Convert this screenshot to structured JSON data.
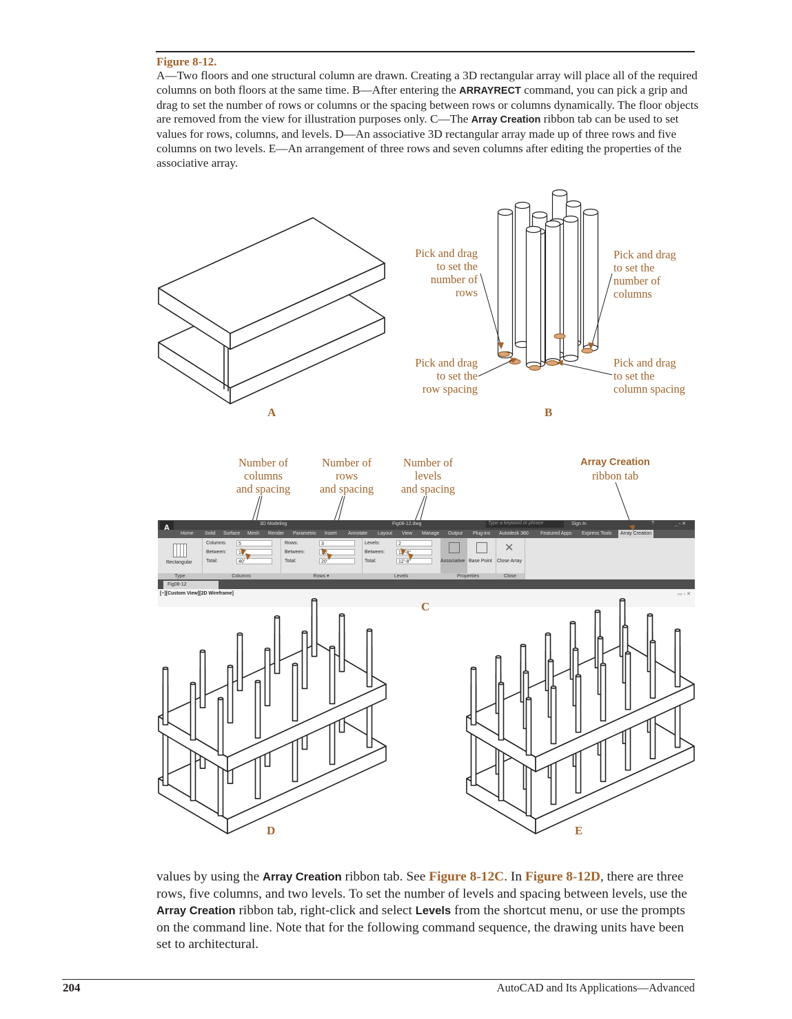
{
  "figure": {
    "title": "Figure 8-12.",
    "caption": {
      "p1": "A—Two floors and one structural column are drawn. Creating a 3D rectangular array will place all of the required columns on both floors at the same time. B—After entering the ",
      "cmd": "ARRAYRECT",
      "p2": " command, you can pick a grip and drag to set the number of rows or columns or the spacing between rows or columns dynamically. The floor objects are removed from the view for illustration purposes only. C—The ",
      "tab": "Array Creation",
      "p3": " ribbon tab can be used to set values for rows, columns, and levels. D—An associative 3D rectangular array made up of three rows and five columns on two levels. E—An arrangement of three rows and seven columns after editing the properties of the associative array."
    }
  },
  "panels": {
    "a": "A",
    "b": "B",
    "c": "C",
    "d": "D",
    "e": "E"
  },
  "callouts_b": {
    "rows": [
      "Pick and drag",
      "to set the",
      "number of",
      "rows"
    ],
    "columns": [
      "Pick and drag",
      "to set the",
      "number of",
      "columns"
    ],
    "row_spacing": [
      "Pick and drag",
      "to set the",
      "row spacing"
    ],
    "column_spacing": [
      "Pick and drag",
      "to set the",
      "column spacing"
    ]
  },
  "callouts_c": {
    "columns": [
      "Number of",
      "columns",
      "and spacing"
    ],
    "rows": [
      "Number of",
      "rows",
      "and spacing"
    ],
    "levels": [
      "Number of",
      "levels",
      "and spacing"
    ],
    "ribbon_tab_bold": "Array Creation",
    "ribbon_tab": "ribbon tab"
  },
  "ribbon": {
    "workspace": "3D Modeling",
    "filename": "Fig08-12.dwg",
    "search_placeholder": "Type a keyword or phrase",
    "sign_in": "Sign In",
    "tabs": [
      "Home",
      "Solid",
      "Surface",
      "Mesh",
      "Render",
      "Parametric",
      "Insert",
      "Annotate",
      "Layout",
      "View",
      "Manage",
      "Output",
      "Plug-ins",
      "Autodesk 360",
      "Featured Apps",
      "Express Tools",
      "Array Creation"
    ],
    "type": {
      "button": "Rectangular",
      "label": "Type"
    },
    "columns_group": {
      "label": "Columns",
      "f1": "Columns:",
      "v1": "5",
      "f2": "Between:",
      "v2": "10'",
      "f3": "Total:",
      "v3": "40'"
    },
    "rows_group": {
      "label": "Rows ▾",
      "f1": "Rows:",
      "v1": "3",
      "f2": "Between:",
      "v2": "10'",
      "f3": "Total:",
      "v3": "20'"
    },
    "levels_group": {
      "label": "Levels",
      "f1": "Levels:",
      "v1": "2",
      "f2": "Between:",
      "v2": "12'-8\"",
      "f3": "Total:",
      "v3": "12'-8\""
    },
    "properties_group": {
      "label": "Properties",
      "b1": "Associative",
      "b2": "Base Point"
    },
    "close_group": {
      "label": "Close",
      "b1": "Close Array"
    },
    "file_tab": "Fig08-12",
    "viewport_label": "[−][Custom View][2D Wireframe]"
  },
  "body": {
    "s1": "values by using the ",
    "b1": "Array Creation",
    "s2": " ribbon tab. See ",
    "l1": "Figure 8-12C",
    "s3": ". In ",
    "l2": "Figure 8-12D",
    "s4": ", there are three rows, five columns, and two levels. To set the number of levels and spacing between levels, use the ",
    "b2": "Array Creation",
    "s5": " ribbon tab, right-click and select ",
    "b3": "Levels",
    "s6": " from the shortcut menu, or use the prompts on the command line. Note that for the following command sequence, the drawing units have been set to architectural."
  },
  "footer": {
    "page_number": "204",
    "book_title": "AutoCAD and Its Applications—Advanced"
  },
  "colors": {
    "accent": "#a0642d",
    "text": "#231f20"
  }
}
